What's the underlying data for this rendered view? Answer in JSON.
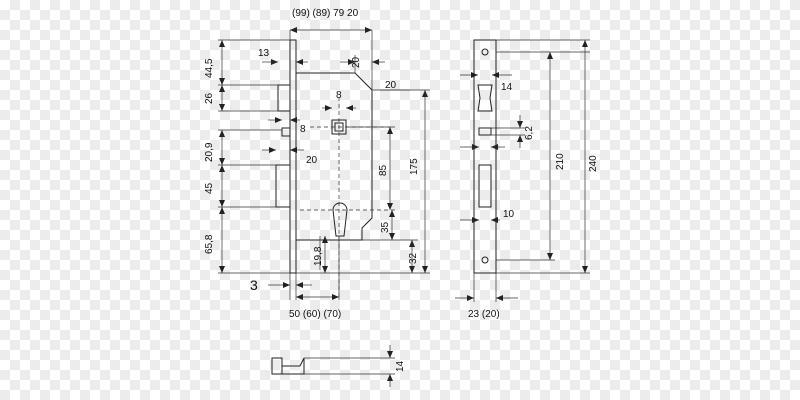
{
  "dimensions": {
    "top_backsets": "(99) (89) 79 20",
    "d_13": "13",
    "d_20_top": "20",
    "d_20_right": "20",
    "d_44_5": "44,5",
    "d_26": "26",
    "d_8_top": "8",
    "d_8_side": "8",
    "d_20_9": "20,9",
    "d_20_mid": "20",
    "d_45": "45",
    "d_65_8": "65,8",
    "d_85": "85",
    "d_175": "175",
    "d_35": "35",
    "d_19_8": "19,8",
    "d_32": "32",
    "d_3": "3",
    "bottom_backsets": "50 (60) (70)",
    "d_14_face": "14",
    "d_6_2": "6,2",
    "d_210": "210",
    "d_240": "240",
    "d_10": "10",
    "faceplate_width": "23 (20)",
    "d_14_bolt": "14"
  }
}
